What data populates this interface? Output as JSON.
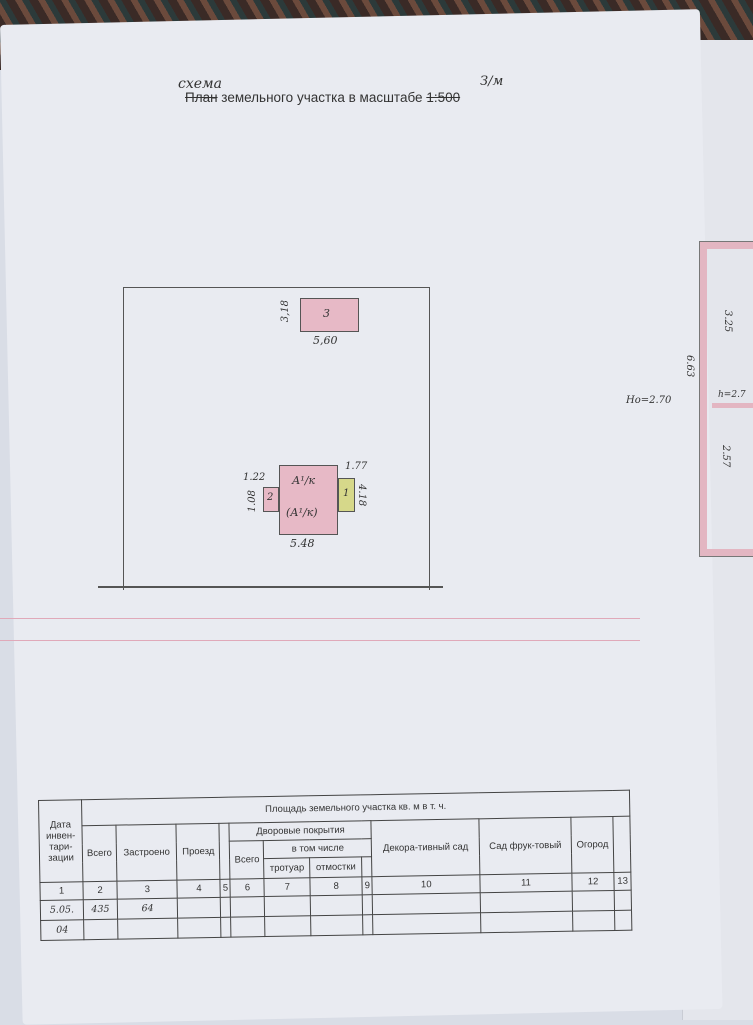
{
  "header": {
    "scheme_note": "схема",
    "corner_note": "З/м",
    "title_struck": "План",
    "title": " земельного участка в масштабе ",
    "scale_struck": "1:500"
  },
  "plot": {
    "building3": {
      "label": "3",
      "width": "5,60",
      "depth": "3,18"
    },
    "main_house": {
      "label": "А¹/к",
      "label2": "(А¹/к)",
      "width": "5.48"
    },
    "annex2": {
      "label": "2",
      "width": "1.22",
      "depth": "1.08"
    },
    "annex1": {
      "label": "1",
      "width": "1.77",
      "depth": "4.18"
    }
  },
  "floor_plan": {
    "height_note": "Но=2.70",
    "total": "6.63",
    "room1": "3.25",
    "room2": "2.57",
    "inner_height": "h=2.7"
  },
  "table": {
    "date_header": "Дата инвен-тари-зации",
    "area_header": "Площадь земельного участка кв. м в т. ч.",
    "cols": {
      "total": "Всего",
      "built": "Застроено",
      "driveway": "Проезд",
      "yard": "Дворовые покрытия",
      "yard_total": "Всего",
      "incl": "в том числе",
      "sidewalk": "тротуар",
      "blind_area": "отмостки",
      "decor": "Декора-тивный сад",
      "orchard": "Сад фрук-товый",
      "garden": "Огород"
    },
    "numbers": [
      "1",
      "2",
      "3",
      "4",
      "5",
      "6",
      "7",
      "8",
      "9",
      "10",
      "11",
      "12",
      "13"
    ],
    "rows": [
      {
        "date": "5.05.",
        "total": "435",
        "built": "64"
      },
      {
        "date": "04"
      }
    ]
  }
}
